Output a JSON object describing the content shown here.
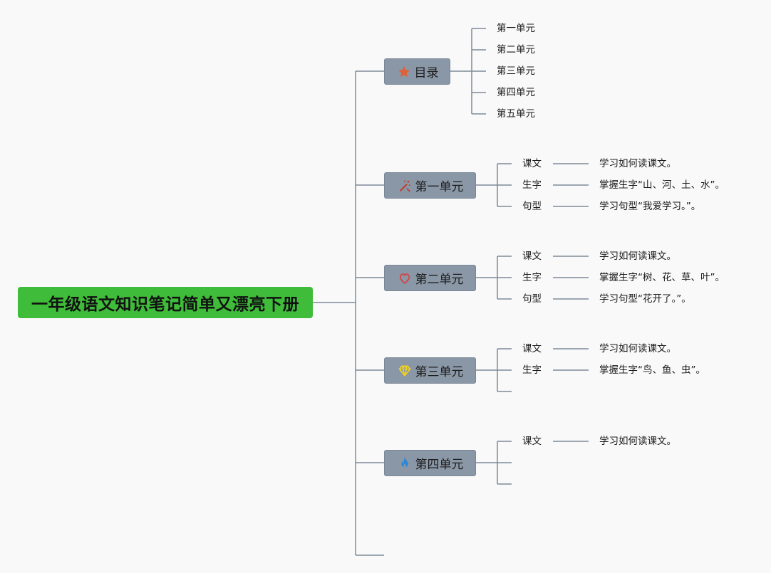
{
  "root": {
    "title": "一年级语文知识笔记简单又漂亮下册"
  },
  "toc": {
    "label": "目录",
    "icon": "star-icon",
    "items": [
      "第一单元",
      "第二单元",
      "第三单元",
      "第四单元",
      "第五单元"
    ]
  },
  "units": [
    {
      "label": "第一单元",
      "icon": "sparkle-wand-icon",
      "rows": [
        {
          "key": "课文",
          "value": "学习如何读课文。"
        },
        {
          "key": "生字",
          "value": "掌握生字“山、河、土、水”。"
        },
        {
          "key": "句型",
          "value": "学习句型“我爱学习。”。"
        }
      ]
    },
    {
      "label": "第二单元",
      "icon": "heart-icon",
      "rows": [
        {
          "key": "课文",
          "value": "学习如何读课文。"
        },
        {
          "key": "生字",
          "value": "掌握生字“树、花、草、叶”。"
        },
        {
          "key": "句型",
          "value": "学习句型“花开了。”。"
        }
      ]
    },
    {
      "label": "第三单元",
      "icon": "diamond-icon",
      "rows": [
        {
          "key": "课文",
          "value": "学习如何读课文。"
        },
        {
          "key": "生字",
          "value": "掌握生字“鸟、鱼、虫”。"
        }
      ]
    },
    {
      "label": "第四单元",
      "icon": "flame-icon",
      "rows": [
        {
          "key": "课文",
          "value": "学习如何读课文。"
        }
      ]
    }
  ],
  "colors": {
    "root": "#3fbc3a",
    "topic": "#8a97a6",
    "line": "#7d8a99",
    "star": "#e0603a",
    "wand": "#c0392b",
    "heart": "#d64545",
    "diamond": "#f2d21b",
    "flame": "#2f86d6"
  }
}
